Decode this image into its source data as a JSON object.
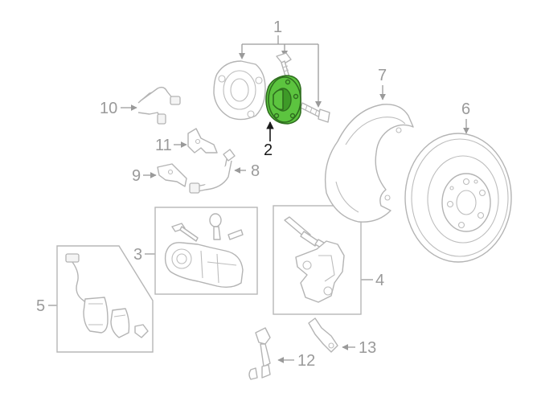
{
  "colors": {
    "highlight": "#5cc43f",
    "highlight_outline": "#2f6e1f",
    "part_outline": "#b4b4b4",
    "label": "#9a9a9a",
    "label_active": "#1a1a1a"
  },
  "callouts": {
    "c1": "1",
    "c2": "2",
    "c3": "3",
    "c4": "4",
    "c5": "5",
    "c6": "6",
    "c7": "7",
    "c8": "8",
    "c9": "9",
    "c10": "10",
    "c11": "11",
    "c12": "12",
    "c13": "13"
  },
  "highlighted_part": "2"
}
